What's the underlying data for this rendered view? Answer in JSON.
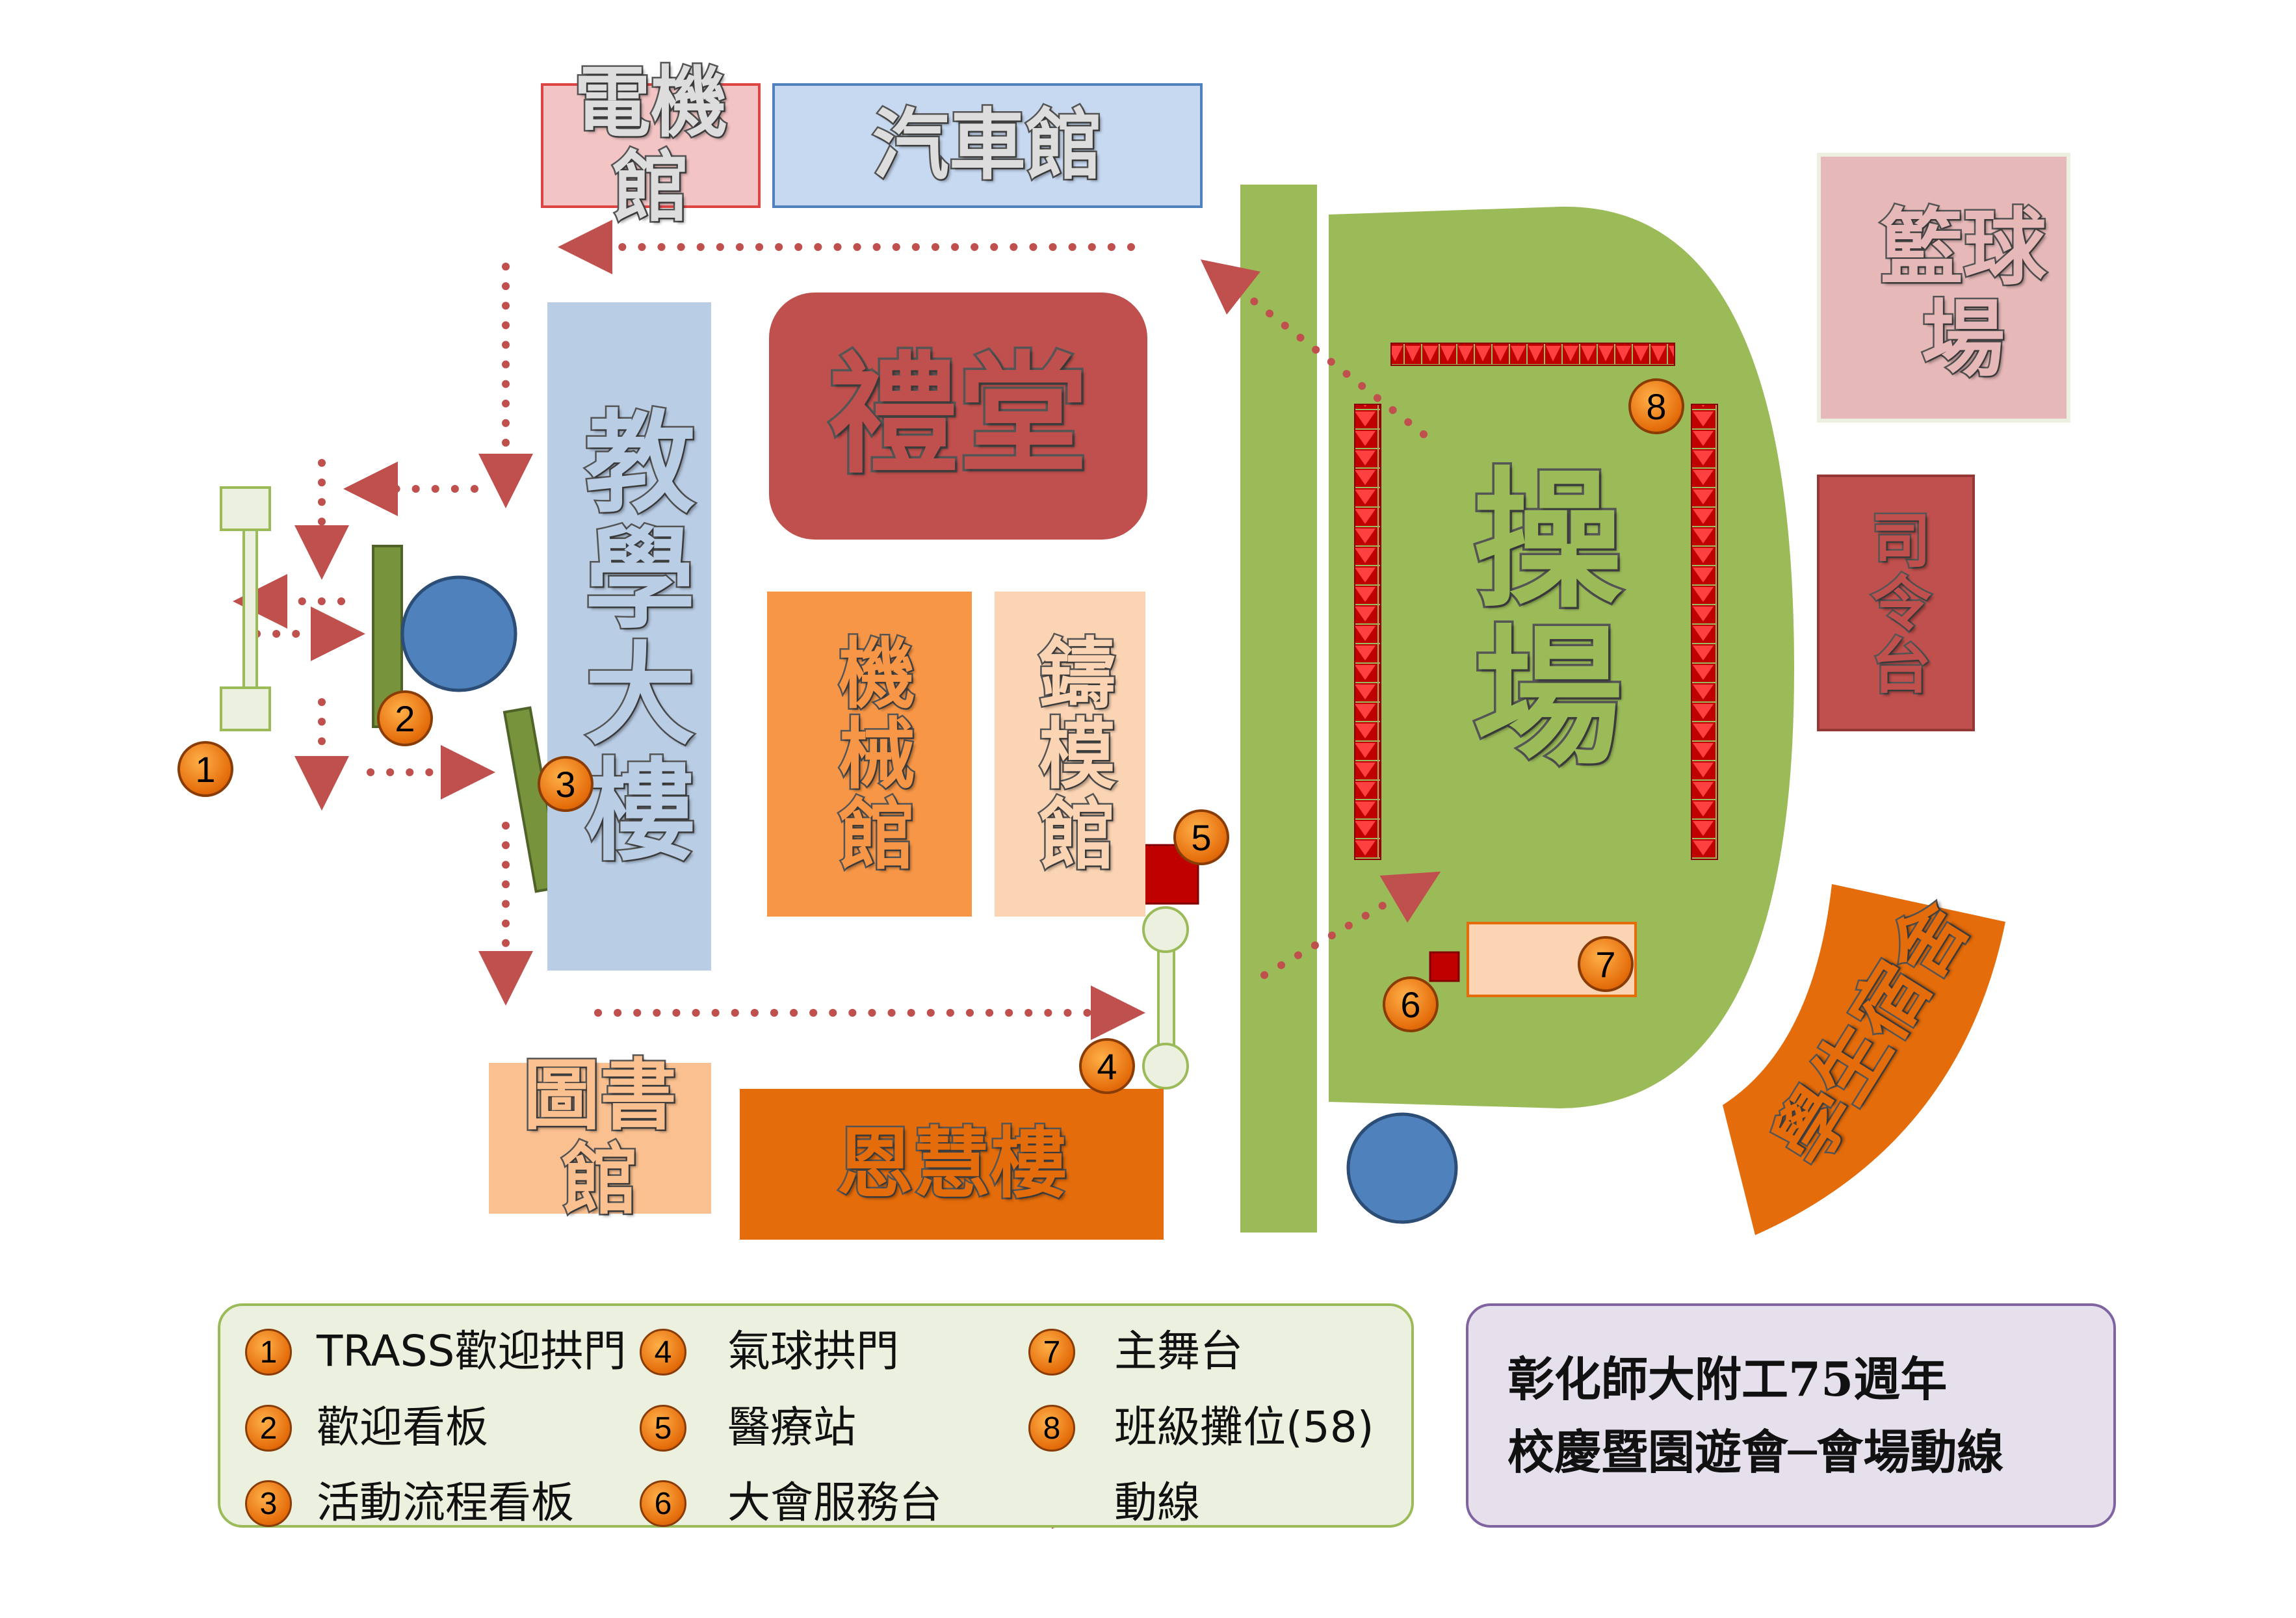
{
  "buildings": {
    "electric_hall": "電機館",
    "auto_hall": "汽車館",
    "auditorium": "禮堂",
    "teaching_building": "教學大樓",
    "machinery_hall": "機械館",
    "casting_hall": "鑄模館",
    "playground": "操場",
    "basketball_court": "籃球場",
    "command_platform": "司令台",
    "dormitory": "學生宿舍",
    "library": "圖書館",
    "zhihui_building": "恩慧樓"
  },
  "markers": [
    "1",
    "2",
    "3",
    "4",
    "5",
    "6",
    "7",
    "8"
  ],
  "legend": {
    "items": [
      {
        "number": "1",
        "label": "TRASS歡迎拱門"
      },
      {
        "number": "2",
        "label": " 歡迎看板"
      },
      {
        "number": "3",
        "label": "活動流程看板"
      },
      {
        "number": "4",
        "label": "氣球拱門"
      },
      {
        "number": "5",
        "label": "醫療站"
      },
      {
        "number": "6",
        "label": "大會服務台"
      },
      {
        "number": "7",
        "label": "主舞台"
      },
      {
        "number": "8",
        "label": "班級攤位(58)"
      }
    ],
    "route_label": "動線"
  },
  "title": {
    "line1": "彰化師大附工75週年",
    "line2": "校慶暨園遊會─會場動線"
  },
  "colors": {
    "route": "#c0504d",
    "green": "#9bbb59",
    "red": "#c0504d",
    "orange": "#e46c0a",
    "blue": "#4f81bd"
  }
}
